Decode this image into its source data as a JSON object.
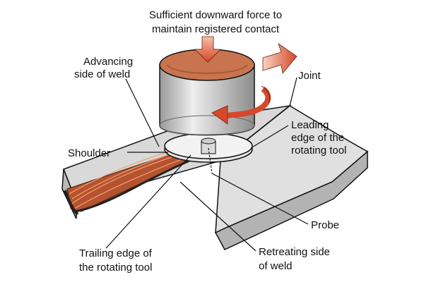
{
  "diagram": {
    "labels": {
      "force_line1": "Sufficient downward force to",
      "force_line2": "maintain registered contact",
      "advancing_line1": "Advancing",
      "advancing_line2": "side of weld",
      "joint": "Joint",
      "leading_line1": "Leading",
      "leading_line2": "edge of the",
      "leading_line3": "rotating tool",
      "shoulder": "Shoulder",
      "probe": "Probe",
      "trailing_line1": "Trailing edge of",
      "trailing_line2": "the rotating tool",
      "retreating_line1": "Retreating side",
      "retreating_line2": "of weld"
    },
    "colors": {
      "plate_top": "#d9d9d9",
      "plate_side": "#b8b8b8",
      "tool_body": "#d6d6d6",
      "tool_cavity": "#c8744f",
      "weld_bead": "#b5532e",
      "arrow_red": "#d7472a"
    }
  }
}
